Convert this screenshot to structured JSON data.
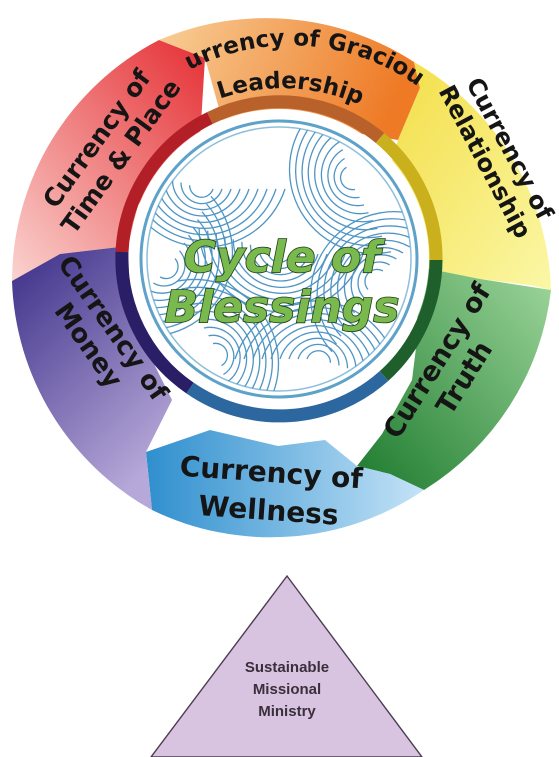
{
  "center": {
    "line1": "Cycle of",
    "line2": "Blessings",
    "text_color": "#79b94d"
  },
  "segments": [
    {
      "id": "gracious-leadership",
      "line1": "Currency of Gracious",
      "line2": "Leadership",
      "colors": [
        "#f8cf98",
        "#ee7a25"
      ]
    },
    {
      "id": "relationship",
      "line1": "Currency of",
      "line2": "Relationship",
      "colors": [
        "#f3de47",
        "#fbf7a6"
      ]
    },
    {
      "id": "truth",
      "line1": "Currency of",
      "line2": "Truth",
      "colors": [
        "#8ccf8d",
        "#1c7a2d"
      ]
    },
    {
      "id": "wellness",
      "line1": "Currency of",
      "line2": "Wellness",
      "colors": [
        "#2f8fce",
        "#c4e3f7"
      ]
    },
    {
      "id": "money",
      "line1": "Currency of",
      "line2": "Money",
      "colors": [
        "#3a2d87",
        "#b6a8d8"
      ]
    },
    {
      "id": "time-place",
      "line1": "Currency of",
      "line2": "Time & Place",
      "colors": [
        "#fad3cf",
        "#e6373b"
      ]
    }
  ],
  "triangle": {
    "lines": [
      "Sustainable",
      "Missional",
      "Ministry"
    ],
    "color": "#d8c4e1"
  }
}
